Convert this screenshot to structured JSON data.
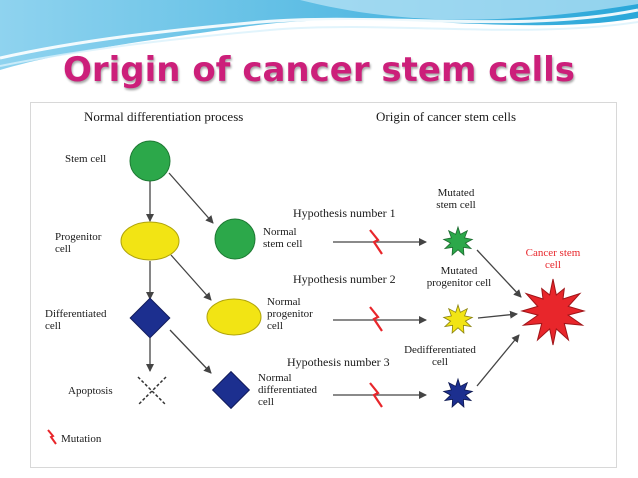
{
  "slide": {
    "title": "Origin of cancer stem cells"
  },
  "diagram": {
    "left_header": "Normal differentiation process",
    "right_header": "Origin of cancer stem cells",
    "left_column": {
      "stem_cell": "Stem cell",
      "progenitor_cell": "Progenitor\ncell",
      "differentiated_cell": "Differentiated\ncell",
      "apoptosis": "Apoptosis"
    },
    "middle_column": {
      "normal_stem_cell": "Normal\nstem cell",
      "normal_progenitor_cell": "Normal\nprogenitor\ncell",
      "normal_differentiated_cell": "Normal\ndifferentiated\ncell"
    },
    "hypotheses": {
      "h1": "Hypothesis number 1",
      "h2": "Hypothesis number 2",
      "h3": "Hypothesis number 3"
    },
    "results": {
      "mutated_stem_cell": "Mutated\nstem cell",
      "mutated_progenitor_cell": "Mutated\nprogenitor cell",
      "dedifferentiated_cell": "Dedifferentiated\ncell"
    },
    "cancer_stem_cell": "Cancer stem\ncell",
    "legend_mutation": "Mutation"
  },
  "colors": {
    "title": "#cc1f7a",
    "stem_cell": "#2ca84a",
    "progenitor_cell": "#f2e414",
    "differentiated_cell": "#1c2f8f",
    "mutation": "#e8262b",
    "cancer_stem_cell": "#e8262b"
  }
}
